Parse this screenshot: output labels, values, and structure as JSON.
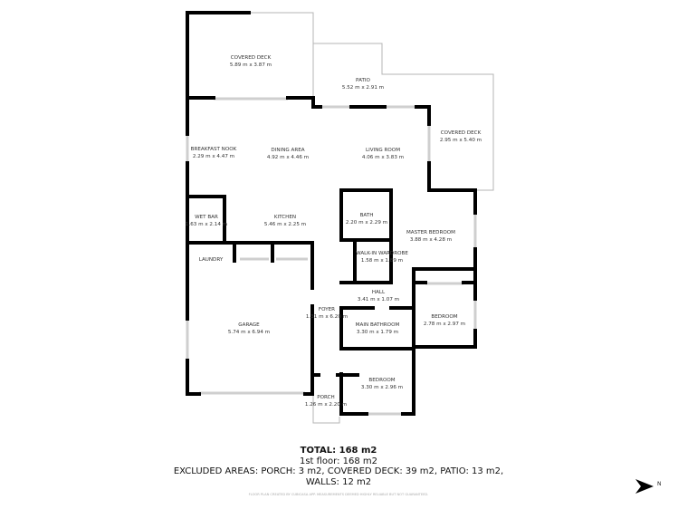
{
  "rooms": [
    {
      "name": "COVERED DECK",
      "size": "5.89 m x 3.87 m"
    },
    {
      "name": "PATIO",
      "size": "5.52 m x 2.91 m"
    },
    {
      "name": "COVERED DECK",
      "size": "2.95 m x 5.40 m"
    },
    {
      "name": "BREAKFAST NOOK",
      "size": "2.29 m x 4.47 m"
    },
    {
      "name": "DINING AREA",
      "size": "4.92 m x 4.46 m"
    },
    {
      "name": "LIVING ROOM",
      "size": "4.06 m x 3.83 m"
    },
    {
      "name": "WET BAR",
      "size": "1.63 m x 2.14 m"
    },
    {
      "name": "KITCHEN",
      "size": "5.46 m x 2.25 m"
    },
    {
      "name": "BATH",
      "size": "2.20 m x 2.29 m"
    },
    {
      "name": "MASTER BEDROOM",
      "size": "3.88 m x 4.28 m"
    },
    {
      "name": "WALK-IN WARDROBE",
      "size": "1.58 m x 1.89 m"
    },
    {
      "name": "LAUNDRY",
      "size": ""
    },
    {
      "name": "HALL",
      "size": "3.41 m x 1.07 m"
    },
    {
      "name": "FOYER",
      "size": "1.31 m x 6.20 m"
    },
    {
      "name": "GARAGE",
      "size": "5.74 m x 6.94 m"
    },
    {
      "name": "MAIN BATHROOM",
      "size": "3.30 m x 1.79 m"
    },
    {
      "name": "BEDROOM",
      "size": "2.78 m x 2.97 m"
    },
    {
      "name": "BEDROOM",
      "size": "3.30 m x 2.96 m"
    },
    {
      "name": "PORCH",
      "size": "1.26 m x 2.20 m"
    }
  ],
  "summary": {
    "total": "TOTAL: 168 m2",
    "floor": "1st floor: 168 m2",
    "excluded": "EXCLUDED AREAS: PORCH: 3 m2, COVERED DECK: 39 m2, PATIO: 13 m2,",
    "walls": "WALLS: 12 m2"
  },
  "disclaimer": "FLOOR PLAN CREATED BY CUBICASA APP. MEASUREMENTS DEEMED HIGHLY RELIABLE BUT NOT GUARANTEED.",
  "compass": {
    "label": "N",
    "icon": "north-arrow-icon"
  },
  "colors": {
    "wall": "#000000",
    "outline": "#b5b5b5",
    "window": "#cfcfcf"
  }
}
